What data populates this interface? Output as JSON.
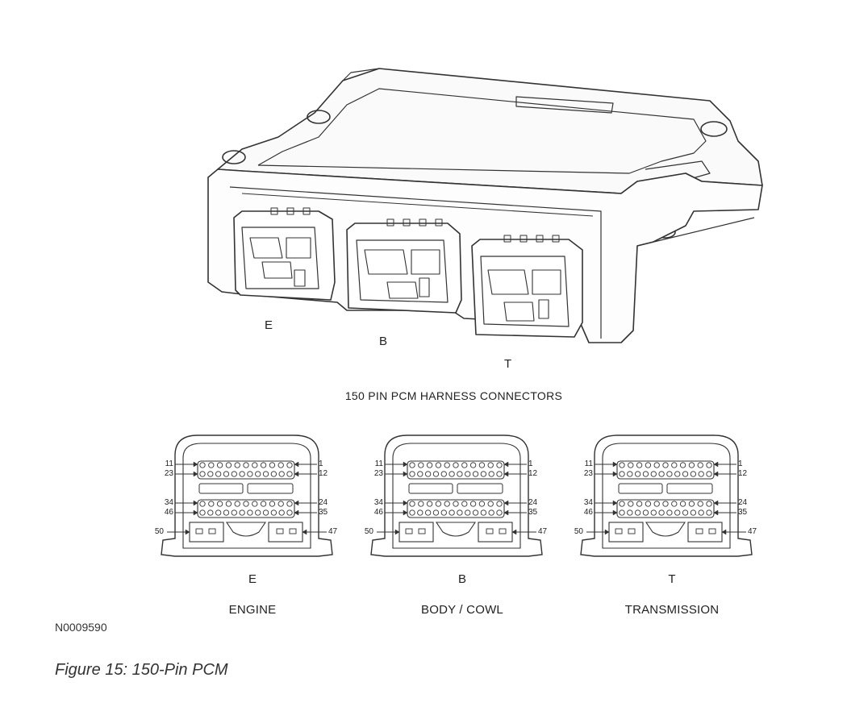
{
  "ecu_letters": {
    "e": "E",
    "b": "B",
    "t": "T"
  },
  "harness_heading": "150 PIN PCM HARNESS CONNECTORS",
  "connectors": [
    {
      "letter": "E",
      "name": "ENGINE",
      "pins": {
        "r1_left": "11",
        "r1_right": "1",
        "r2_left": "23",
        "r2_right": "12",
        "r3_left": "34",
        "r3_right": "24",
        "r4_left": "46",
        "r4_right": "35",
        "r5_left": "50",
        "r5_right": "47"
      }
    },
    {
      "letter": "B",
      "name": "BODY / COWL",
      "pins": {
        "r1_left": "11",
        "r1_right": "1",
        "r2_left": "23",
        "r2_right": "12",
        "r3_left": "34",
        "r3_right": "24",
        "r4_left": "46",
        "r4_right": "35",
        "r5_left": "50",
        "r5_right": "47"
      }
    },
    {
      "letter": "T",
      "name": "TRANSMISSION",
      "pins": {
        "r1_left": "11",
        "r1_right": "1",
        "r2_left": "23",
        "r2_right": "12",
        "r3_left": "34",
        "r3_right": "24",
        "r4_left": "46",
        "r4_right": "35",
        "r5_left": "50",
        "r5_right": "47"
      }
    }
  ],
  "part_number": "N0009590",
  "figure_caption": "Figure 15: 150-Pin PCM"
}
